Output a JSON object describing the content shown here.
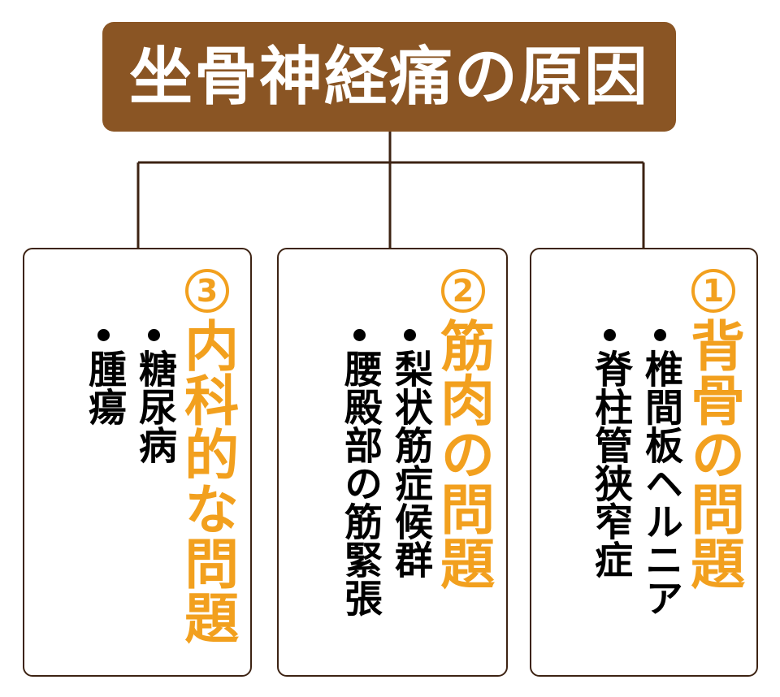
{
  "title": {
    "text": "坐骨神経痛の原因",
    "background_color": "#8a5524",
    "text_color": "#ffffff"
  },
  "theme": {
    "heading_color": "#f2a01e",
    "box_border_color": "#3d2313",
    "connector_color": "#3d2313",
    "item_color": "#000000",
    "page_background": "#ffffff"
  },
  "categories": [
    {
      "number": "①",
      "number_plain": "1",
      "heading": "背骨の問題",
      "items": [
        {
          "bullet": "・",
          "text": "椎間板ヘルニア"
        },
        {
          "bullet": "・",
          "text": "脊柱管狭窄症"
        }
      ]
    },
    {
      "number": "②",
      "number_plain": "2",
      "heading": "筋肉の問題",
      "items": [
        {
          "bullet": "・",
          "text": "梨状筋症候群"
        },
        {
          "bullet": "・",
          "text": "腰殿部の筋緊張"
        }
      ]
    },
    {
      "number": "③",
      "number_plain": "3",
      "heading": "内科的な問題",
      "items": [
        {
          "bullet": "・",
          "text": "糖尿病"
        },
        {
          "bullet": "・",
          "text": "腫瘍"
        }
      ]
    }
  ]
}
